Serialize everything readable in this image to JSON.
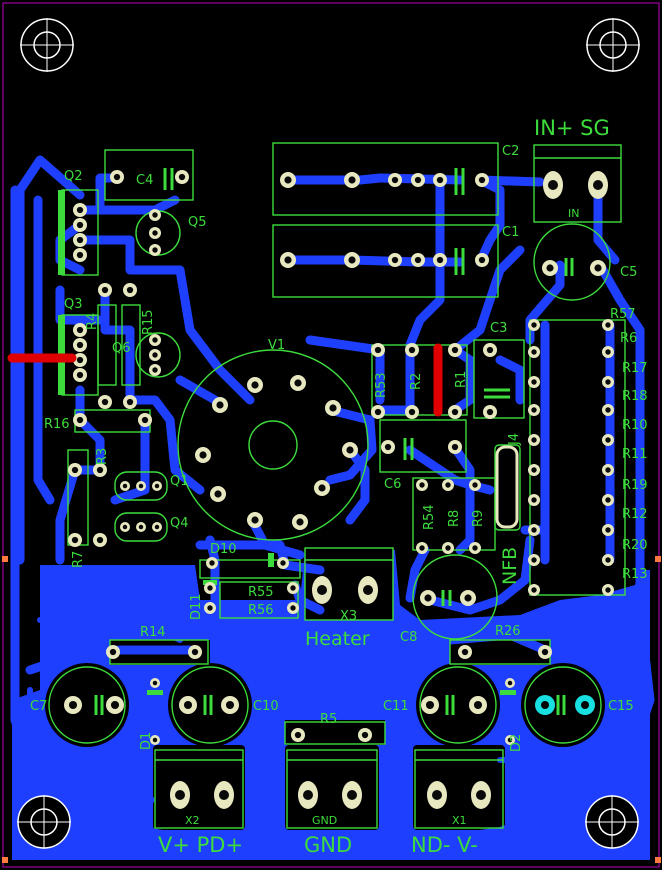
{
  "board": {
    "colors": {
      "background": "#000000",
      "copper": "#1f3fff",
      "silkscreen": "#3ddc3d",
      "pad": "#e8e8c0",
      "jumper": "#e00000",
      "highlight_pad": "#19e0e0",
      "outline": "#c000c0"
    }
  },
  "labels": {
    "q2": "Q2",
    "q3": "Q3",
    "q5": "Q5",
    "q6": "Q6",
    "q1": "Q1",
    "q4": "Q4",
    "c4": "C4",
    "c2": "C2",
    "c1": "C1",
    "c5": "C5",
    "c3": "C3",
    "c6": "C6",
    "c7": "C7",
    "c8": "C8",
    "c10": "C10",
    "c11": "C11",
    "c15": "C15",
    "r4": "R4",
    "r15": "R15",
    "r16": "R16",
    "r3": "R3",
    "r7": "R7",
    "r53": "R53",
    "r2": "R2",
    "r1": "R1",
    "r54": "R54",
    "r8": "R8",
    "r9": "R9",
    "r55": "R55",
    "r56": "R56",
    "r14": "R14",
    "r5": "R5",
    "r26": "R26",
    "r57": "R57",
    "r6": "R6",
    "r17": "R17",
    "r18": "R18",
    "r10": "R10",
    "r11": "R11",
    "r19": "R19",
    "r12": "R12",
    "r20": "R20",
    "r13": "R13",
    "v1": "V1",
    "d10": "D10",
    "d11": "D11",
    "d1": "D1",
    "d2": "D2",
    "j4": "J4",
    "nfb": "NFB",
    "x3": "X3",
    "x2": "X2",
    "x1": "X1",
    "in": "IN",
    "in_sg": "IN+ SG",
    "heater": "Heater",
    "vplus_pdplus": "V+ PD+",
    "gnd_label": "GND",
    "gnd_big": "GND",
    "nd_vminus": "ND-  V-"
  }
}
